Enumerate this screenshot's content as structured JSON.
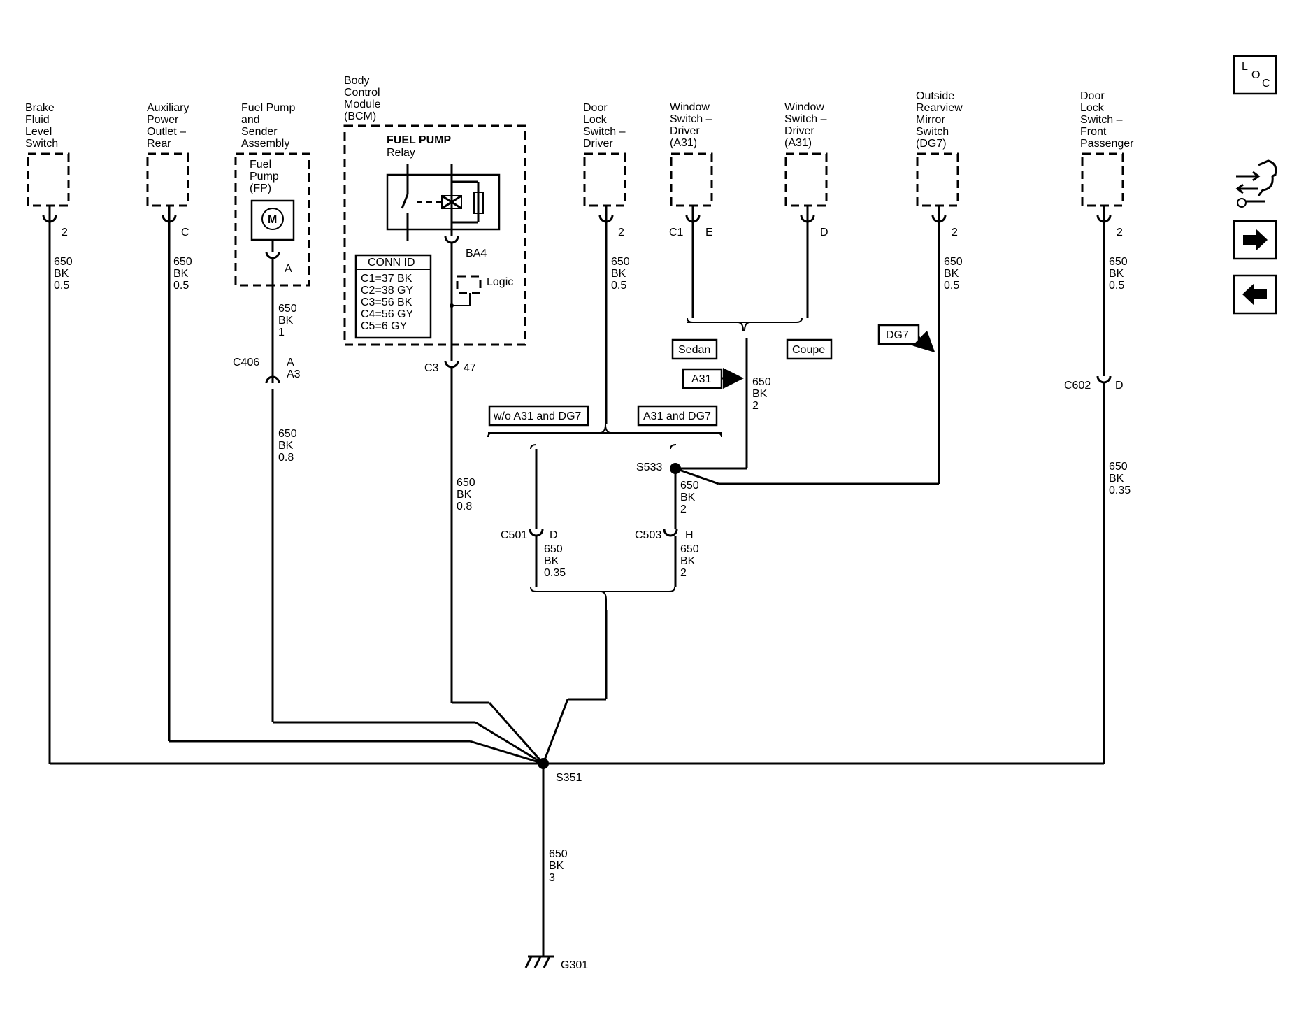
{
  "components": {
    "brake_fluid": [
      "Brake",
      "Fluid",
      "Level",
      "Switch"
    ],
    "aux_power": [
      "Auxiliary",
      "Power",
      "Outlet –",
      "Rear"
    ],
    "fuel_pump_assy": [
      "Fuel Pump",
      "and",
      "Sender",
      "Assembly"
    ],
    "fuel_pump_inner": [
      "Fuel",
      "Pump",
      "(FP)"
    ],
    "motor_symbol": "M",
    "bcm": [
      "Body",
      "Control",
      "Module",
      "(BCM)"
    ],
    "relay_title": "FUEL PUMP",
    "relay_sub": "Relay",
    "logic": "Logic",
    "door_lock_driver": [
      "Door",
      "Lock",
      "Switch –",
      "Driver"
    ],
    "window_driver_1": [
      "Window",
      "Switch –",
      "Driver",
      "(A31)"
    ],
    "window_driver_2": [
      "Window",
      "Switch –",
      "Driver",
      "(A31)"
    ],
    "mirror_switch": [
      "Outside",
      "Rearview",
      "Mirror",
      "Switch",
      "(DG7)"
    ],
    "door_lock_pass": [
      "Door",
      "Lock",
      "Switch –",
      "Front",
      "Passenger"
    ]
  },
  "conn_id": {
    "title": "CONN ID",
    "rows": [
      "C1=37 BK",
      "C2=38 GY",
      "C3=56 BK",
      "C4=56 GY",
      "C5=6 GY"
    ]
  },
  "pins": {
    "brake": "2",
    "aux": "C",
    "fp": "A",
    "ba4": "BA4",
    "door_drv": "2",
    "win1_conn": "C1",
    "win1_pin": "E",
    "win2": "D",
    "mirror": "2",
    "door_pass": "2"
  },
  "connectors": {
    "c406": "C406",
    "c406_a": "A",
    "c406_a3": "A3",
    "c3": "C3",
    "c3_pin": "47",
    "c501": "C501",
    "c501_pin": "D",
    "c503": "C503",
    "c503_pin": "H",
    "c602": "C602",
    "c602_pin": "D"
  },
  "splices": {
    "s351": "S351",
    "s533": "S533",
    "ground": "G301"
  },
  "options": {
    "sedan": "Sedan",
    "coupe": "Coupe",
    "a31": "A31",
    "dg7": "DG7",
    "wo_a31_dg7": "w/o A31 and DG7",
    "a31_dg7": "A31 and DG7"
  },
  "wires": {
    "brake": [
      "650",
      "BK",
      "0.5"
    ],
    "aux": [
      "650",
      "BK",
      "0.5"
    ],
    "fp_upper": [
      "650",
      "BK",
      "1"
    ],
    "fp_lower": [
      "650",
      "BK",
      "0.8"
    ],
    "bcm": [
      "650",
      "BK",
      "0.8"
    ],
    "door_drv": [
      "650",
      "BK",
      "0.5"
    ],
    "window": [
      "650",
      "BK",
      "2"
    ],
    "mirror": [
      "650",
      "BK",
      "0.5"
    ],
    "door_pass_upper": [
      "650",
      "BK",
      "0.5"
    ],
    "door_pass_lower": [
      "650",
      "BK",
      "0.35"
    ],
    "s533_down": [
      "650",
      "BK",
      "2"
    ],
    "c501": [
      "650",
      "BK",
      "0.35"
    ],
    "c503": [
      "650",
      "BK",
      "2"
    ],
    "ground": [
      "650",
      "BK",
      "3"
    ]
  },
  "nav": {
    "loc": [
      "L",
      "O",
      "C"
    ]
  }
}
